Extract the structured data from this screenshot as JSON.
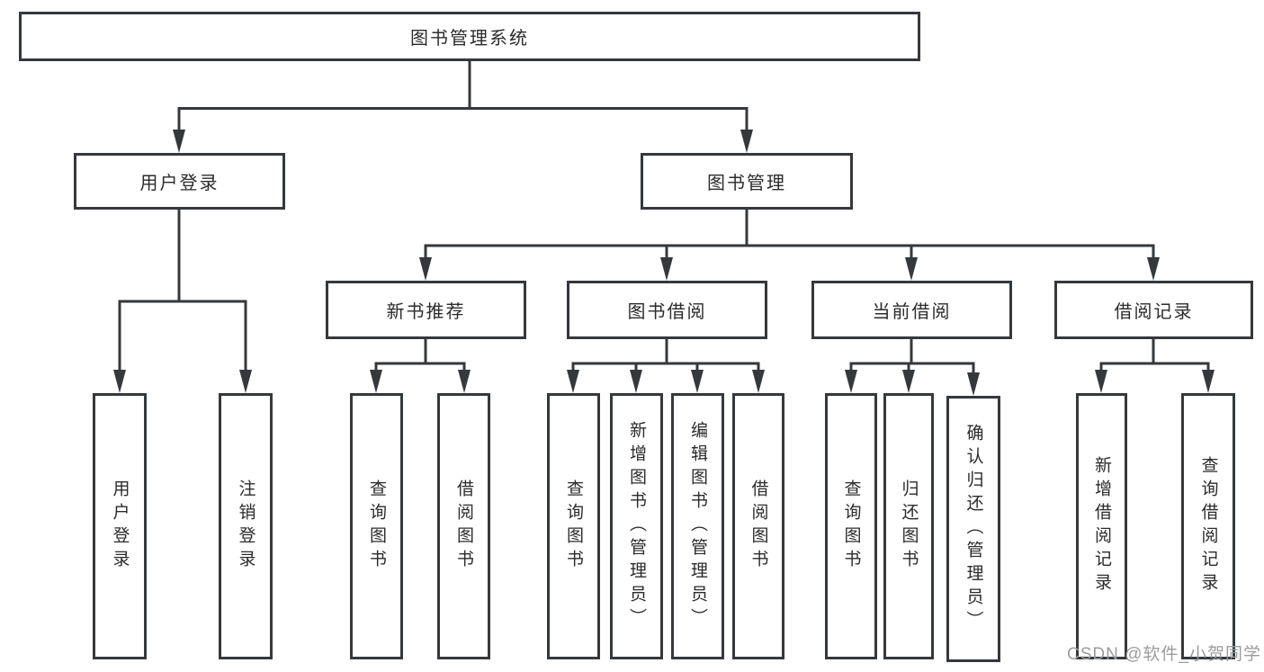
{
  "diagram": {
    "watermark": "CSDN @软件_小贺同学",
    "colors": {
      "line": "#35383d",
      "box_border": "#35383d",
      "text": "#2b2b2b",
      "watermark": "#9c9c9c",
      "background": "#ffffff"
    },
    "tree": {
      "label": "图书管理系统",
      "children": [
        {
          "label": "用户登录",
          "children": [
            {
              "label": "用户登录"
            },
            {
              "label": "注销登录"
            }
          ]
        },
        {
          "label": "图书管理",
          "children": [
            {
              "label": "新书推荐",
              "children": [
                {
                  "label": "查询图书"
                },
                {
                  "label": "借阅图书"
                }
              ]
            },
            {
              "label": "图书借阅",
              "children": [
                {
                  "label": "查询图书"
                },
                {
                  "label": "新增图书（管理员）"
                },
                {
                  "label": "编辑图书（管理员）"
                },
                {
                  "label": "借阅图书"
                }
              ]
            },
            {
              "label": "当前借阅",
              "children": [
                {
                  "label": "查询图书"
                },
                {
                  "label": "归还图书"
                },
                {
                  "label": "确认归还（管理员）"
                }
              ]
            },
            {
              "label": "借阅记录",
              "children": [
                {
                  "label": "新增借阅记录"
                },
                {
                  "label": "查询借阅记录"
                }
              ]
            }
          ]
        }
      ]
    }
  }
}
